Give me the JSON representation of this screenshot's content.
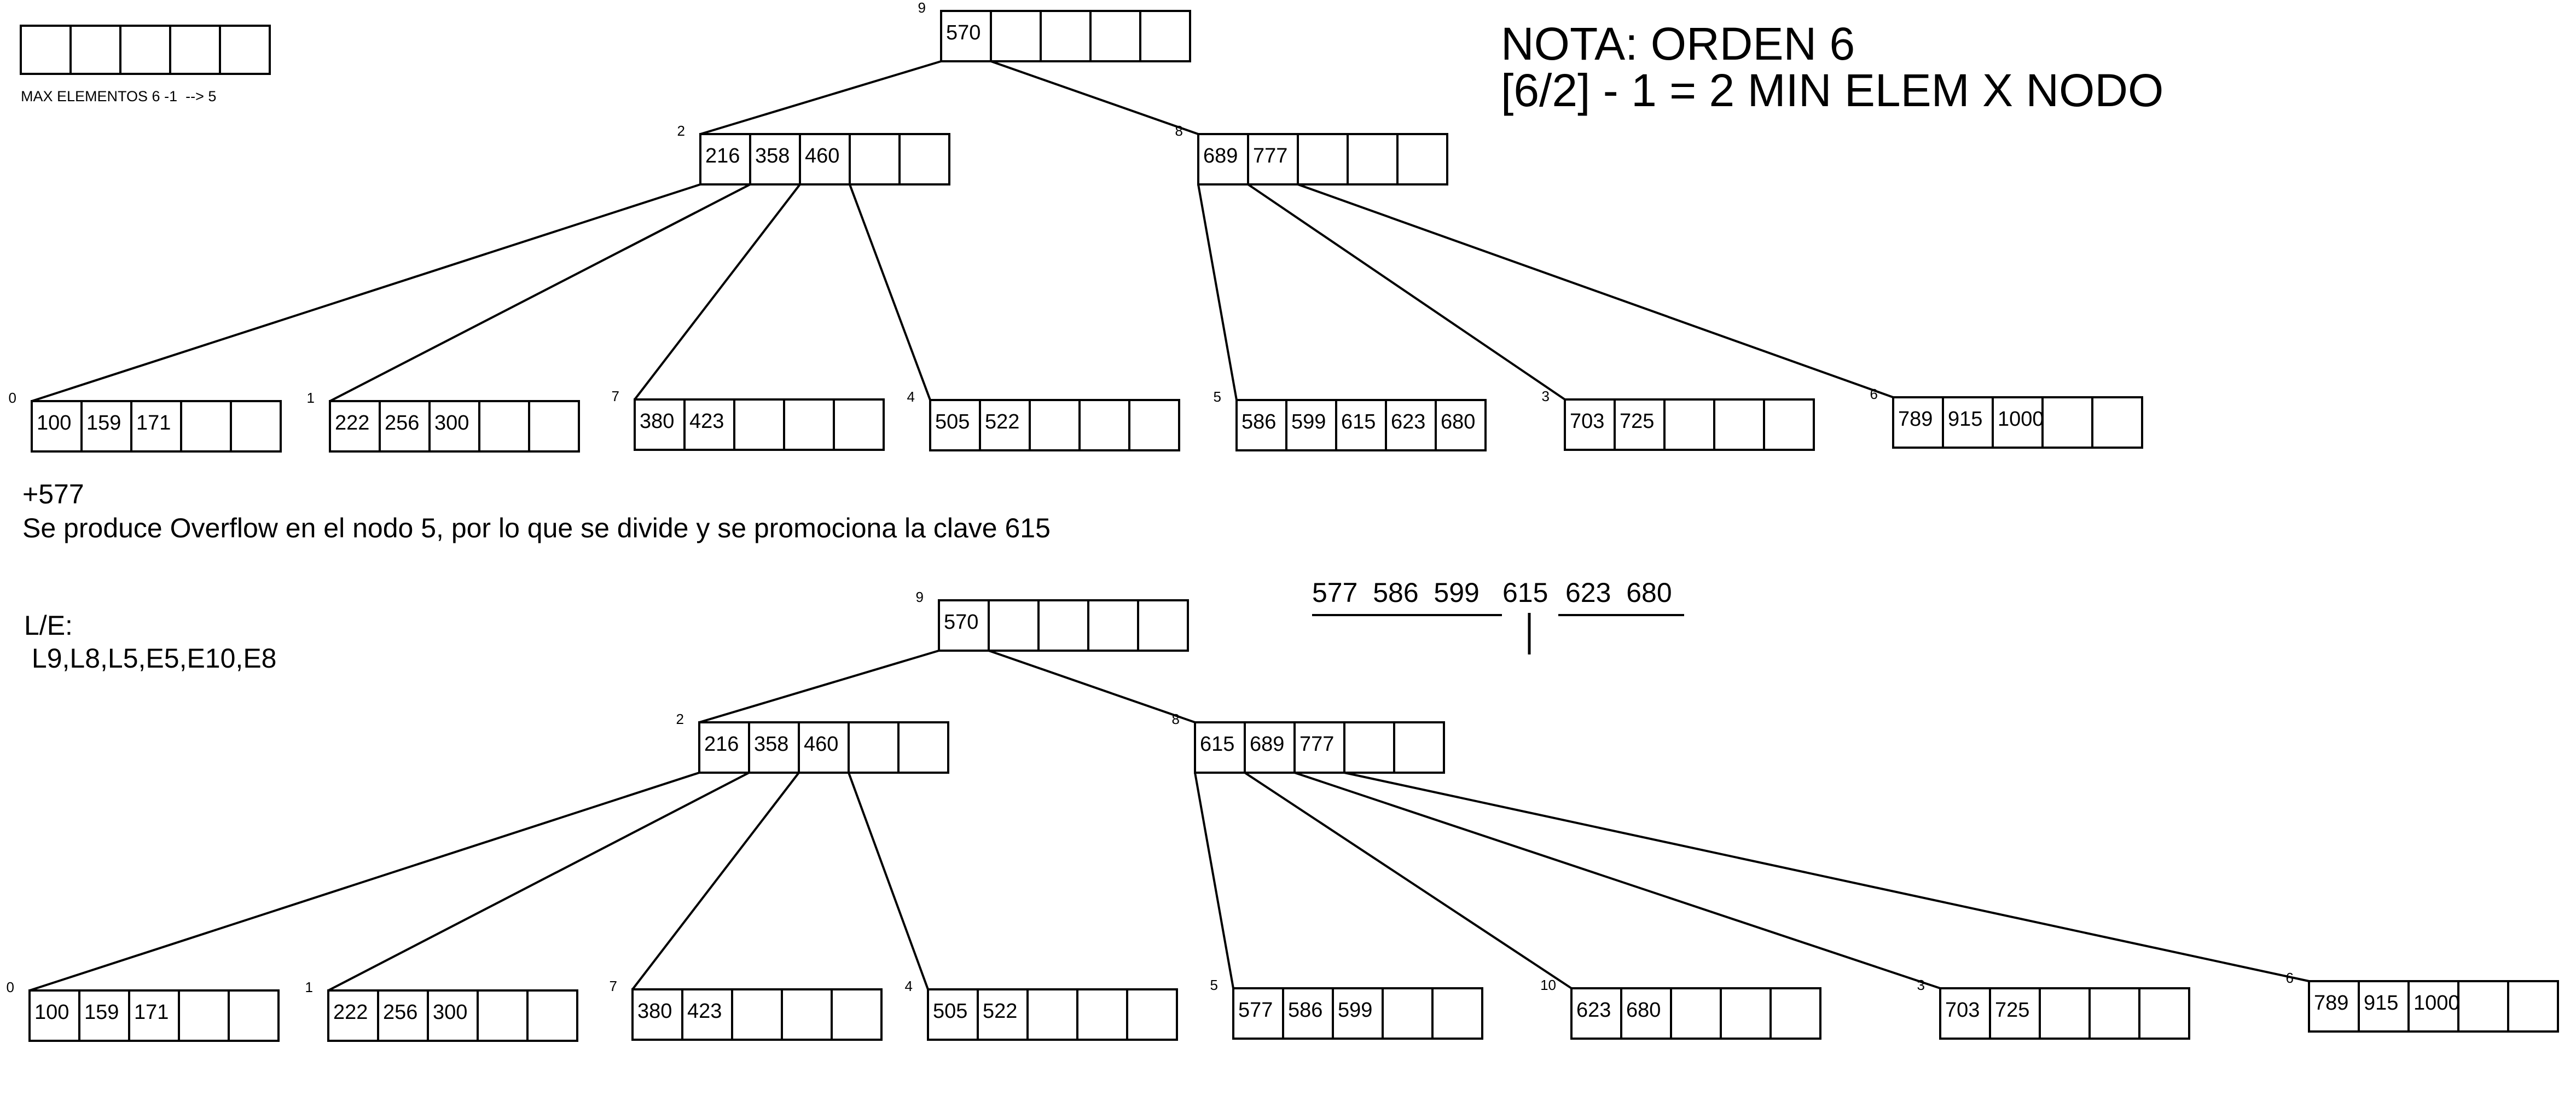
{
  "legend": {
    "box_count": 5,
    "caption": "MAX ELEMENTOS 6 -1  --> 5"
  },
  "note": {
    "line1": "NOTA: ORDEN 6",
    "line2": "[6/2] - 1 = 2 MIN ELEM X NODO"
  },
  "insertion": {
    "key_line": "+577",
    "description": "Se produce Overflow en el nodo 5, por lo que se divide y se promociona la clave 615"
  },
  "io": {
    "label": "L/E:",
    "ops": " L9,L8,L5,E5,E10,E8"
  },
  "split": {
    "left_keys": "577  586  599",
    "promoted": "615",
    "right_keys": "623  680"
  },
  "trees": [
    {
      "name": "before-insert",
      "nodes": [
        {
          "id": "9",
          "keys": [
            "570"
          ]
        },
        {
          "id": "2",
          "keys": [
            "216",
            "358",
            "460"
          ]
        },
        {
          "id": "8",
          "keys": [
            "689",
            "777"
          ]
        },
        {
          "id": "0",
          "keys": [
            "100",
            "159",
            "171"
          ]
        },
        {
          "id": "1",
          "keys": [
            "222",
            "256",
            "300"
          ]
        },
        {
          "id": "7",
          "keys": [
            "380",
            "423"
          ]
        },
        {
          "id": "4",
          "keys": [
            "505",
            "522"
          ]
        },
        {
          "id": "5",
          "keys": [
            "586",
            "599",
            "615",
            "623",
            "680"
          ]
        },
        {
          "id": "3",
          "keys": [
            "703",
            "725"
          ]
        },
        {
          "id": "6",
          "keys": [
            "789",
            "915",
            "1000"
          ]
        }
      ],
      "edges": [
        [
          "9",
          "2"
        ],
        [
          "9",
          "8"
        ],
        [
          "2",
          "0"
        ],
        [
          "2",
          "1"
        ],
        [
          "2",
          "7"
        ],
        [
          "2",
          "4"
        ],
        [
          "8",
          "5"
        ],
        [
          "8",
          "3"
        ],
        [
          "8",
          "6"
        ]
      ]
    },
    {
      "name": "after-insert",
      "nodes": [
        {
          "id": "9",
          "keys": [
            "570"
          ]
        },
        {
          "id": "2",
          "keys": [
            "216",
            "358",
            "460"
          ]
        },
        {
          "id": "8",
          "keys": [
            "615",
            "689",
            "777"
          ]
        },
        {
          "id": "0",
          "keys": [
            "100",
            "159",
            "171"
          ]
        },
        {
          "id": "1",
          "keys": [
            "222",
            "256",
            "300"
          ]
        },
        {
          "id": "7",
          "keys": [
            "380",
            "423"
          ]
        },
        {
          "id": "4",
          "keys": [
            "505",
            "522"
          ]
        },
        {
          "id": "5",
          "keys": [
            "577",
            "586",
            "599"
          ]
        },
        {
          "id": "10",
          "keys": [
            "623",
            "680"
          ]
        },
        {
          "id": "3",
          "keys": [
            "703",
            "725"
          ]
        },
        {
          "id": "6",
          "keys": [
            "789",
            "915",
            "1000"
          ]
        }
      ],
      "edges": [
        [
          "9",
          "2"
        ],
        [
          "9",
          "8"
        ],
        [
          "2",
          "0"
        ],
        [
          "2",
          "1"
        ],
        [
          "2",
          "7"
        ],
        [
          "2",
          "4"
        ],
        [
          "8",
          "5"
        ],
        [
          "8",
          "10"
        ],
        [
          "8",
          "3"
        ],
        [
          "8",
          "6"
        ]
      ]
    }
  ]
}
